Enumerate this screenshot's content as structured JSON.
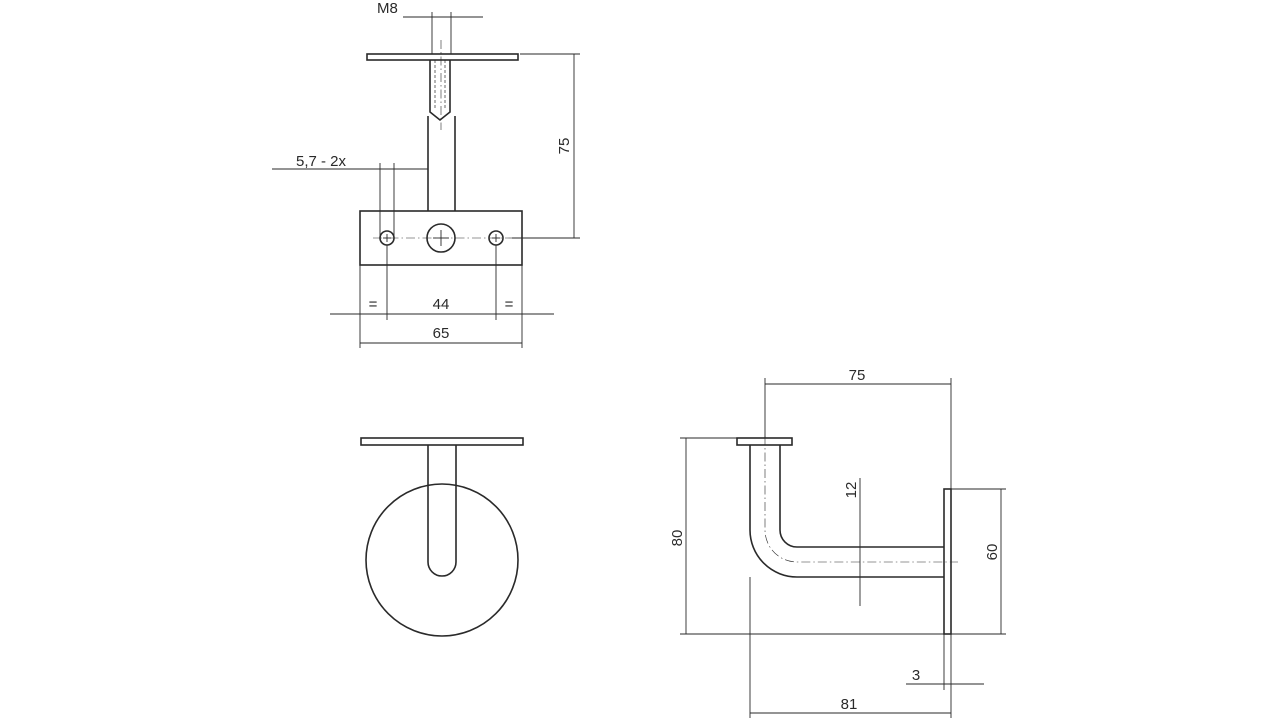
{
  "top_view": {
    "thread_label": "M8",
    "height_label": "75",
    "hole_label": "5,7 - 2x",
    "equal_left": "=",
    "hole_spacing_label": "44",
    "equal_right": "=",
    "plate_width_label": "65"
  },
  "side_view": {
    "length_label": "75",
    "tube_label": "12",
    "overall_height_label": "80",
    "plate_height_label": "60",
    "plate_thickness_label": "3",
    "overall_length_label": "81"
  }
}
